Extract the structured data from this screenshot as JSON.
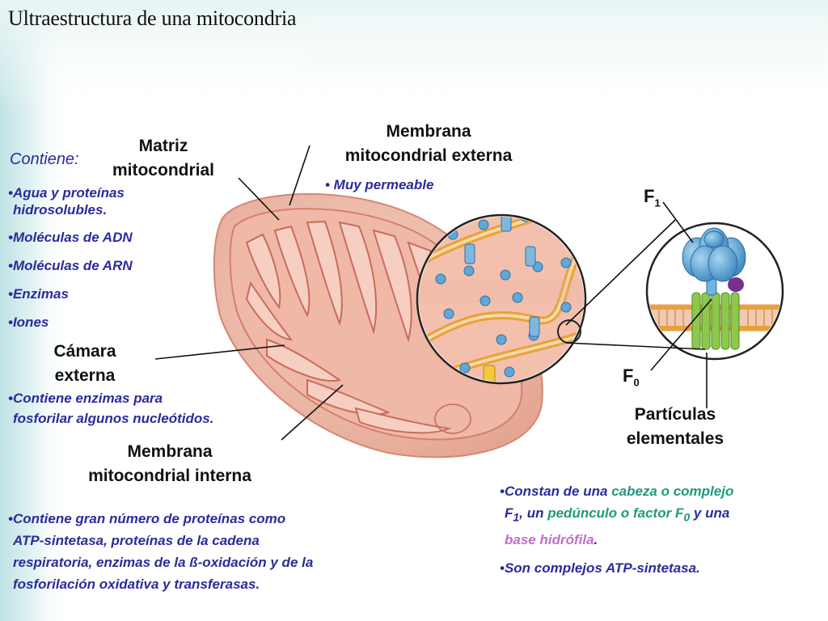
{
  "title": "Ultraestructura de una mitocondria",
  "matrix": {
    "label_line1": "Matriz",
    "label_line2": "mitocondrial",
    "contiene": "Contiene:",
    "items": [
      {
        "line1": "•Agua y proteínas",
        "line2": "hidrosolubles."
      },
      {
        "line1": "•Moléculas de ADN"
      },
      {
        "line1": "•Moléculas de ARN"
      },
      {
        "line1": "•Enzimas"
      },
      {
        "line1": "•Iones"
      }
    ]
  },
  "outer_membrane": {
    "label_line1": "Membrana",
    "label_line2": "mitocondrial externa",
    "note": "• Muy permeable"
  },
  "external_chamber": {
    "label_line1": "Cámara",
    "label_line2": "externa",
    "note_line1": "•Contiene enzimas para",
    "note_line2": "fosforilar algunos nucleótidos."
  },
  "inner_membrane": {
    "label_line1": "Membrana",
    "label_line2": "mitocondrial interna",
    "note_lines": [
      "•Contiene gran número de proteínas como",
      "ATP-sintetasa, proteínas de la cadena",
      "respiratoria, enzimas de la ß-oxidación y de la",
      "fosforilación oxidativa y transferasas."
    ]
  },
  "particles": {
    "f1": {
      "main": "F",
      "sub": "1"
    },
    "f0": {
      "main": "F",
      "sub": "0"
    },
    "label_line1": "Partículas",
    "label_line2": "elementales",
    "desc": {
      "a": "•Constan de una ",
      "b": "cabeza o complejo",
      "c": "F",
      "c_sub": "1",
      "d": ", un ",
      "e": "pedúnculo o factor F",
      "e_sub": "0",
      "f": " y una",
      "g": "base hidrófila",
      "h": "."
    },
    "desc2": "•Son complejos ATP-sintetasa."
  },
  "colors": {
    "note_text": "#2b2b9a",
    "stalk_text": "#1f9a7a",
    "base_text": "#c06fc8",
    "mito_outer": "#f2c4b3",
    "mito_inner": "#e79a8c",
    "cristae": "#d9806f",
    "particle_head": "#5fa8d8",
    "stalk": "#7fbf3f",
    "purple_subunit": "#7a2f8f"
  }
}
